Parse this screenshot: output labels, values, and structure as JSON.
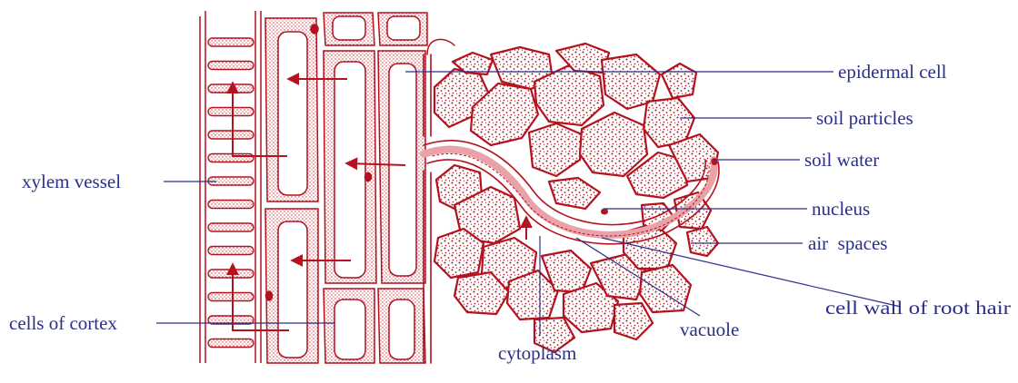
{
  "colors": {
    "tissue": "#b3121e",
    "label_text": "#2c2f8a",
    "leader_line": "#2c2f8a",
    "background": "#ffffff"
  },
  "labels": {
    "epidermal_cell": "epidermal cell",
    "soil_particles": "soil particles",
    "soil_water": "soil water",
    "nucleus": "nucleus",
    "air_spaces": "air  spaces",
    "cell_wall_of_root_hair": "cell wall of root hair",
    "xylem_vessel": "xylem vessel",
    "cells_of_cortex": "cells of cortex",
    "cytoplasm": "cytoplasm",
    "vacuole": "vacuole"
  }
}
